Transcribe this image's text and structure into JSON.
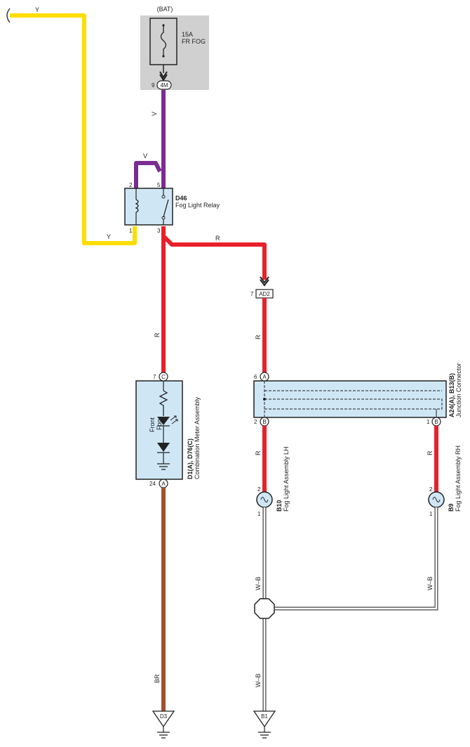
{
  "power": {
    "label": "(BAT)",
    "fuse_rating": "15A",
    "fuse_name": "FR FOG"
  },
  "connectors": {
    "c4m": {
      "pin": "9",
      "name": "4M"
    },
    "ad2": {
      "pin": "7",
      "name": "AD2"
    },
    "meter_c": {
      "pin": "7",
      "name": "C"
    },
    "meter_a": {
      "pin": "24",
      "name": "A"
    },
    "jc_a": {
      "pin": "6",
      "name": "A"
    },
    "jc_b_left": {
      "pin": "2",
      "name": "B"
    },
    "jc_b_right": {
      "pin": "1",
      "name": "B"
    }
  },
  "wire_colors": {
    "yellow": "#ffdd00",
    "violet": "#7a2d91",
    "red": "#e8202a",
    "brown": "#a0522d",
    "wb": "#444444",
    "component_fill": "#cfe7f5",
    "supply_fill": "#d0d0d0"
  },
  "wires": {
    "y_top": "Y",
    "y_bottom": "Y",
    "v_main": "V",
    "v_loop": "V",
    "r_branch": "R",
    "r_left": "R",
    "r_right_top": "R",
    "r_lh": "R",
    "r_rh": "R",
    "wb_lh": "W–B",
    "wb_rh": "W–B",
    "wb_bottom": "W–B",
    "br": "BR"
  },
  "relay": {
    "id": "D46",
    "name": "Fog Light Relay",
    "pin_2": "2",
    "pin_5": "5",
    "pin_1": "1",
    "pin_3": "3"
  },
  "meter": {
    "id": "D1(A), D76(C)",
    "name": "Combination Meter Assembly",
    "indicator_line1": "Front",
    "indicator_line2": "Fog"
  },
  "junction": {
    "id": "A24(A), B13(B)",
    "name": "Junction Connector"
  },
  "fog_lh": {
    "id": "B10",
    "name": "Fog Light Assembly LH",
    "pin_2": "2",
    "pin_1": "1"
  },
  "fog_rh": {
    "id": "B9",
    "name": "Fog Light Assembly RH",
    "pin_2": "2",
    "pin_1": "1"
  },
  "grounds": {
    "left": "D3",
    "right": "B1"
  }
}
